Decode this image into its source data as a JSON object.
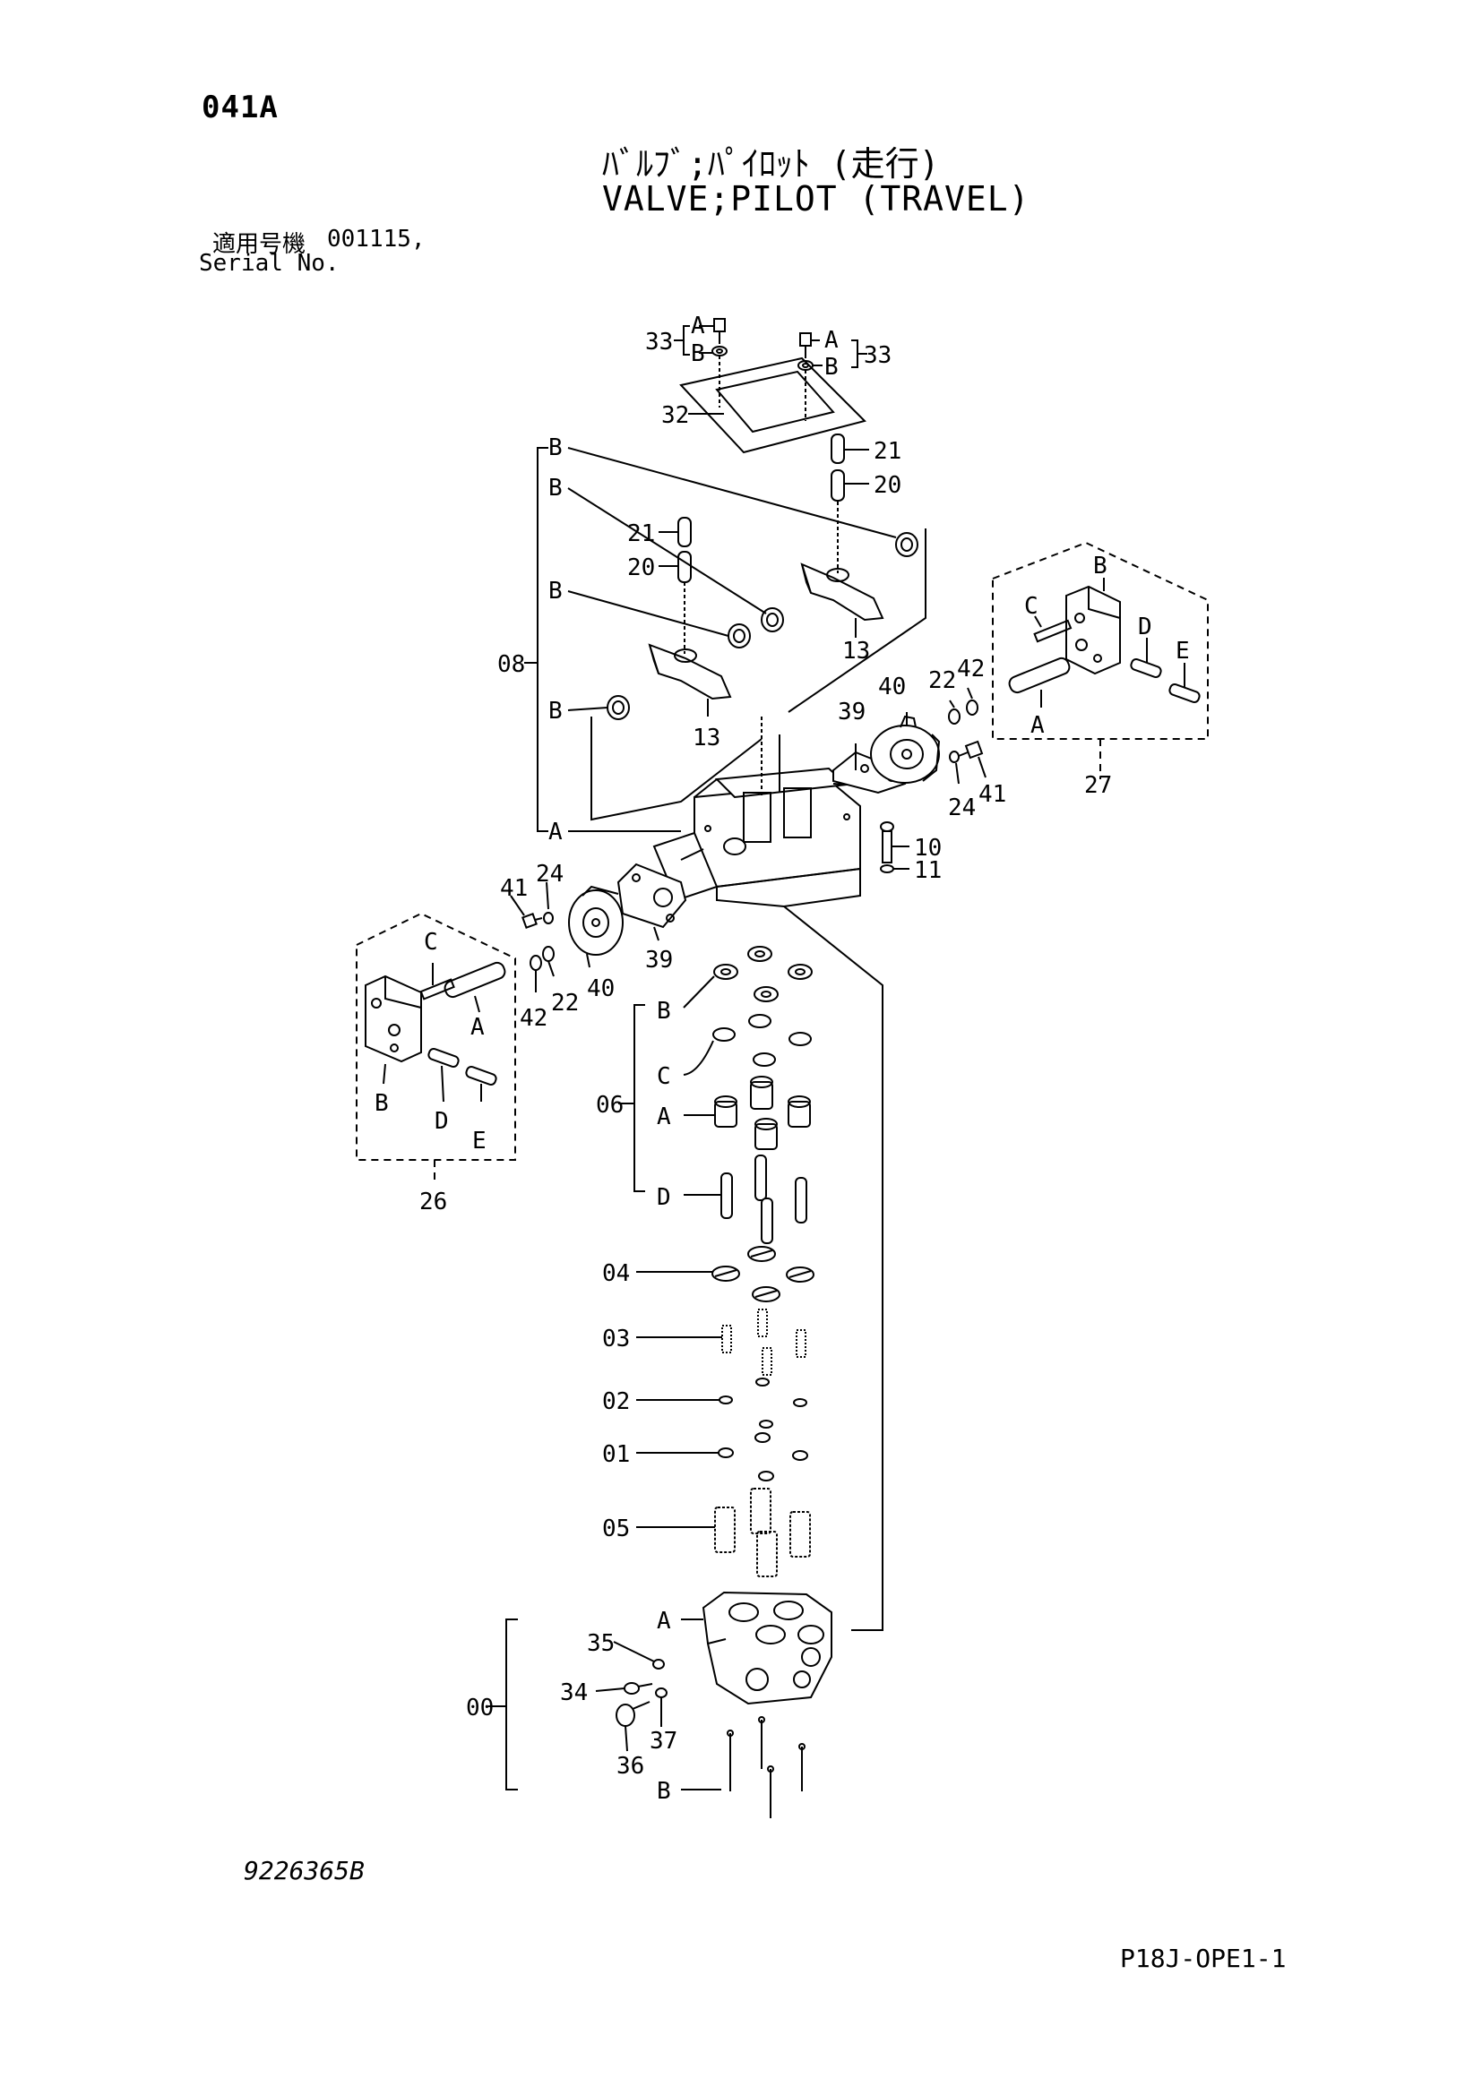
{
  "page_code": "041A",
  "title_jp": "ﾊﾞﾙﾌﾞ;ﾊﾟｲﾛｯﾄ (走行)",
  "title_en": "VALVE;PILOT (TRAVEL)",
  "serial_label_jp": "適用号機",
  "serial_value": "001115,",
  "serial_label_en": "Serial No.",
  "drawing_number": "9226365B",
  "sheet_code": "P18J-OPE1-1",
  "callouts": {
    "c33l": "33",
    "c33r": "33",
    "c32": "32",
    "c21a": "21",
    "c20a": "20",
    "c21b": "21",
    "c20b": "20",
    "c13a": "13",
    "c13b": "13",
    "c08": "08",
    "c39a": "39",
    "c40a": "40",
    "c22a": "22",
    "c42a": "42",
    "c24a": "24",
    "c41a": "41",
    "c27": "27",
    "c10": "10",
    "c11": "11",
    "c41b": "41",
    "c24b": "24",
    "c39b": "39",
    "c40b": "40",
    "c42b": "42",
    "c22b": "22",
    "c26": "26",
    "c06": "06",
    "c04": "04",
    "c03": "03",
    "c02": "02",
    "c01": "01",
    "c05": "05",
    "c35": "35",
    "c34": "34",
    "c00": "00",
    "c36": "36",
    "c37": "37"
  },
  "letters": {
    "A": "A",
    "B": "B",
    "C": "C",
    "D": "D",
    "E": "E"
  }
}
